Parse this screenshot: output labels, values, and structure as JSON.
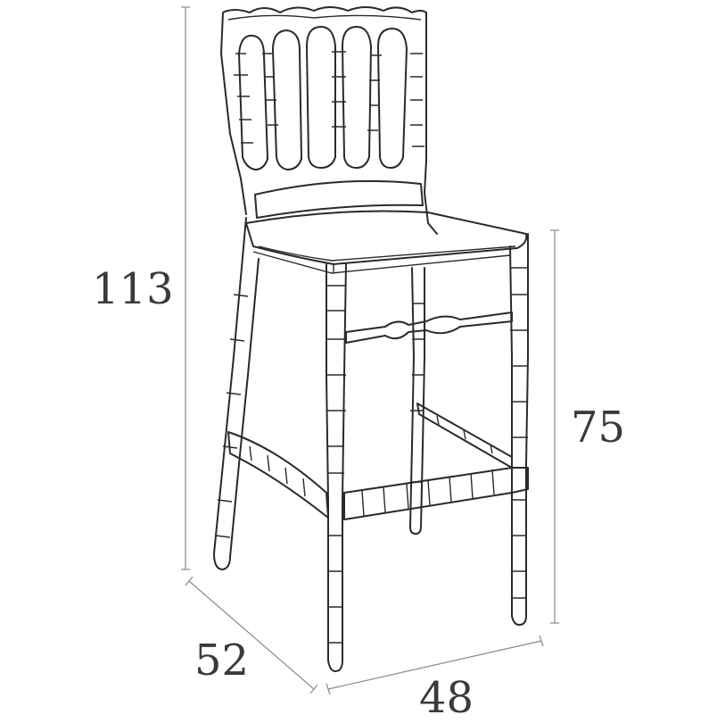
{
  "dimensions": {
    "total_height": "113",
    "seat_height": "75",
    "depth": "52",
    "width": "48"
  },
  "colors": {
    "outline": "#2a2a2a",
    "dimension_line": "#8a8a8a",
    "label": "#3a3a3a",
    "background": "#ffffff"
  }
}
